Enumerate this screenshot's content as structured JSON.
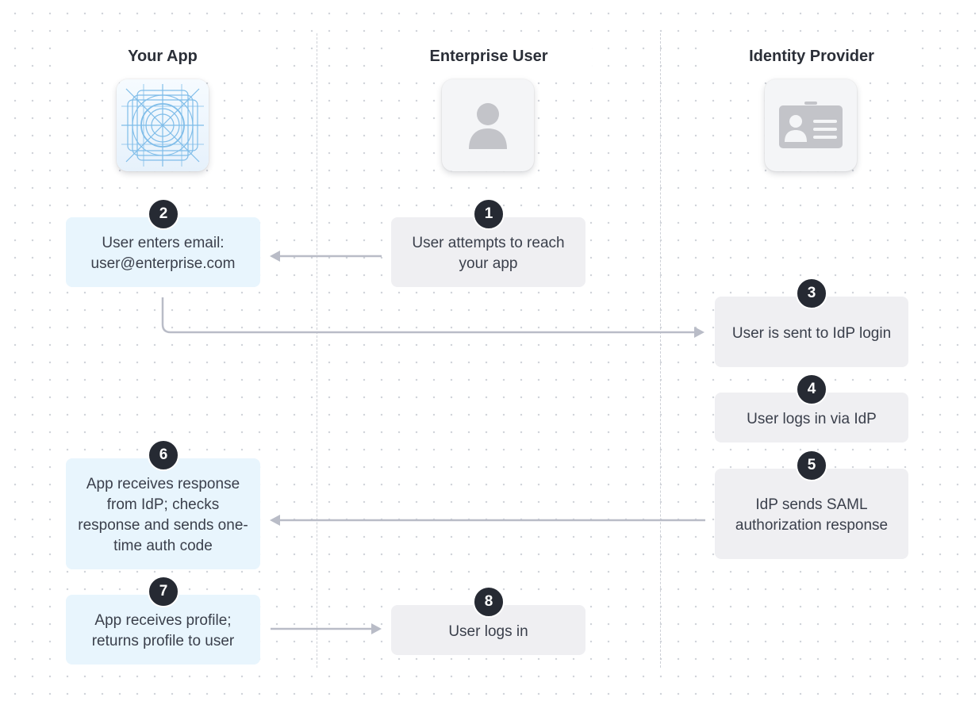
{
  "lanes": {
    "app": "Your App",
    "user": "Enterprise User",
    "idp": "Identity Provider"
  },
  "icons": {
    "app": "app-blueprint-icon",
    "user": "person-icon",
    "idp": "id-card-icon"
  },
  "colors": {
    "app_box": "#e8f5fd",
    "other_box": "#efeff2",
    "badge": "#262a33",
    "arrow": "#b9bcc7"
  },
  "steps": [
    {
      "number": "1",
      "text": "User attempts to reach your app"
    },
    {
      "number": "2",
      "text": "User enters email: user@enterprise.com"
    },
    {
      "number": "3",
      "text": "User is sent to IdP login"
    },
    {
      "number": "4",
      "text": "User logs in via IdP"
    },
    {
      "number": "5",
      "text": "IdP sends SAML authorization response"
    },
    {
      "number": "6",
      "text": "App receives response from IdP; checks response and sends one-time auth code"
    },
    {
      "number": "7",
      "text": "App receives profile; returns profile to user"
    },
    {
      "number": "8",
      "text": "User logs in"
    }
  ]
}
